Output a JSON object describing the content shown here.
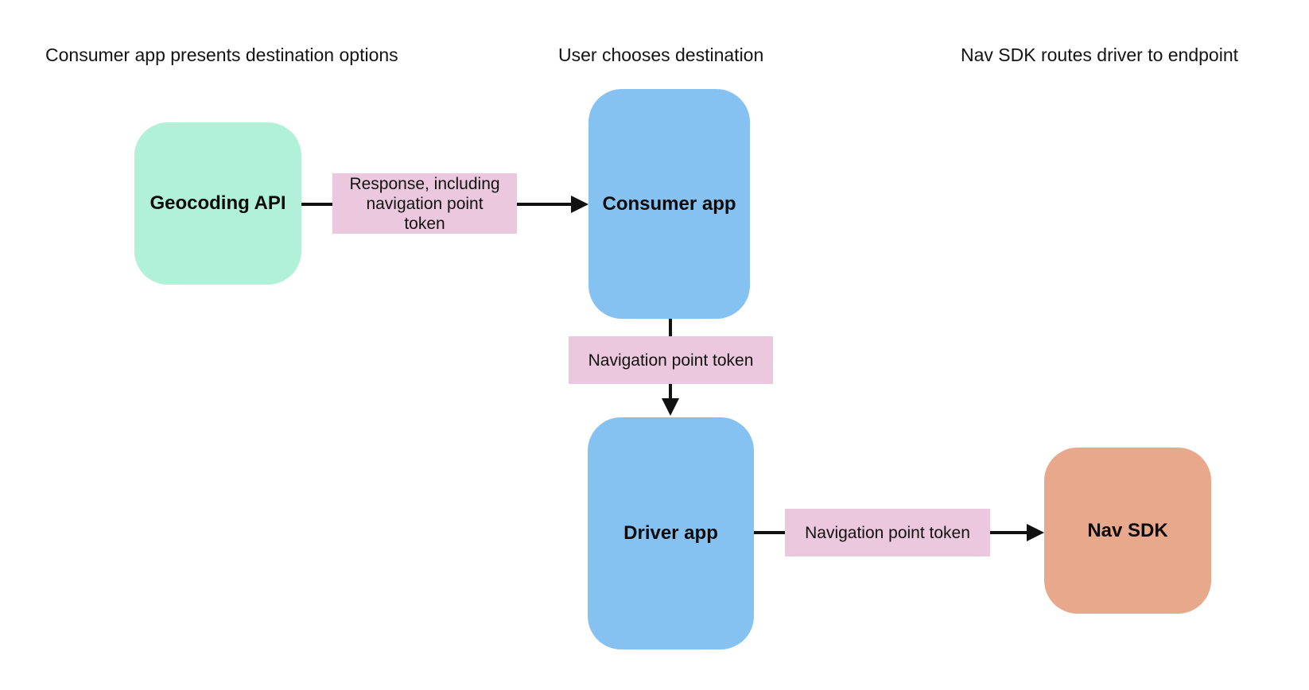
{
  "diagram": {
    "headers": [
      {
        "label": "Consumer app presents destination options"
      },
      {
        "label": "User chooses destination"
      },
      {
        "label": "Nav SDK routes driver to endpoint"
      }
    ],
    "nodes": [
      {
        "id": "geocoding-api",
        "label": "Geocoding API",
        "color": "#b1f0d9"
      },
      {
        "id": "consumer-app",
        "label": "Consumer app",
        "color": "#85c2f1"
      },
      {
        "id": "driver-app",
        "label": "Driver app",
        "color": "#85c2f1"
      },
      {
        "id": "nav-sdk",
        "label": "Nav SDK",
        "color": "#e8a88c"
      }
    ],
    "edges": [
      {
        "from": "geocoding-api",
        "to": "consumer-app",
        "label": "Response, including navigation point token"
      },
      {
        "from": "consumer-app",
        "to": "driver-app",
        "label": "Navigation point token"
      },
      {
        "from": "driver-app",
        "to": "nav-sdk",
        "label": "Navigation point token"
      }
    ],
    "colors": {
      "edge_label_bg": "#ecc8de",
      "arrow": "#111111",
      "background": "#ffffff",
      "text": "#121212"
    }
  }
}
